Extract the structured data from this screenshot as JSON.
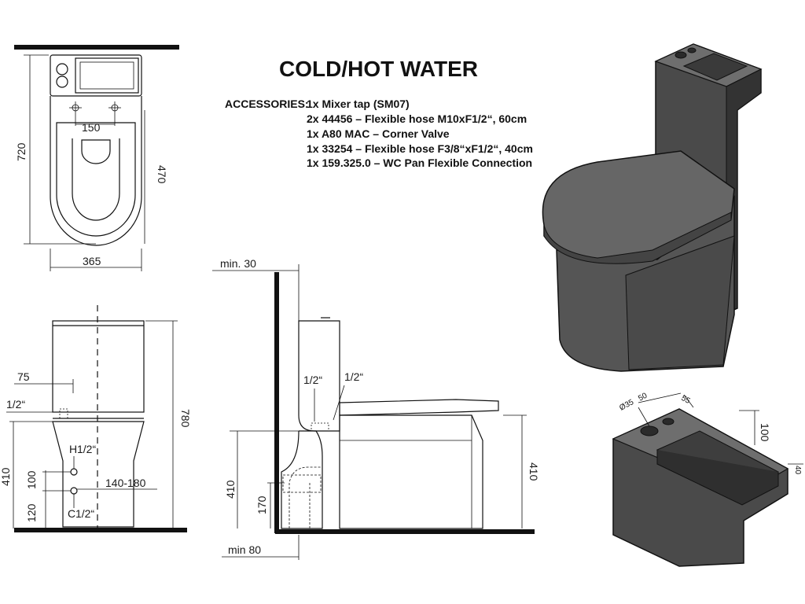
{
  "title": "COLD/HOT WATER",
  "accessories": {
    "label": "ACCESSORIES:",
    "items": [
      "1x Mixer tap (SM07)",
      "2x 44456 – Flexible hose M10xF1/2“, 60cm",
      "1x A80 MAC – Corner Valve",
      "1x 33254 – Flexible hose F3/8“xF1/2“, 40cm",
      "1x 159.325.0 – WC Pan Flexible Connection"
    ]
  },
  "top_view": {
    "height": "720",
    "width": "365",
    "hole_spacing": "150",
    "pan_depth": "470"
  },
  "front_view": {
    "height": "780",
    "seat_height": "410",
    "offset": "75",
    "thread_top": "1/2“",
    "hot_label": "H",
    "hot_thread": "1/2“",
    "cold_label": "C",
    "cold_thread": "1/2“",
    "gap": "100",
    "inlet_height": "120",
    "spread": "140-180"
  },
  "side_view": {
    "min_top": "min. 30",
    "min_bottom": "min 80",
    "thread_left": "1/2“",
    "thread_right": "1/2“",
    "inlet_height": "410",
    "outlet_height": "170",
    "pan_height": "410"
  },
  "cistern_detail": {
    "tap_hole": "Ø35",
    "offset_a": "50",
    "offset_b": "55",
    "basin_depth": "100",
    "rim": "40"
  },
  "colors": {
    "hot": "#d01818",
    "cold": "#1a2fb0",
    "render_fill": "#5a5a5a",
    "render_dark": "#3a3a3a",
    "render_light": "#7a7a7a"
  }
}
